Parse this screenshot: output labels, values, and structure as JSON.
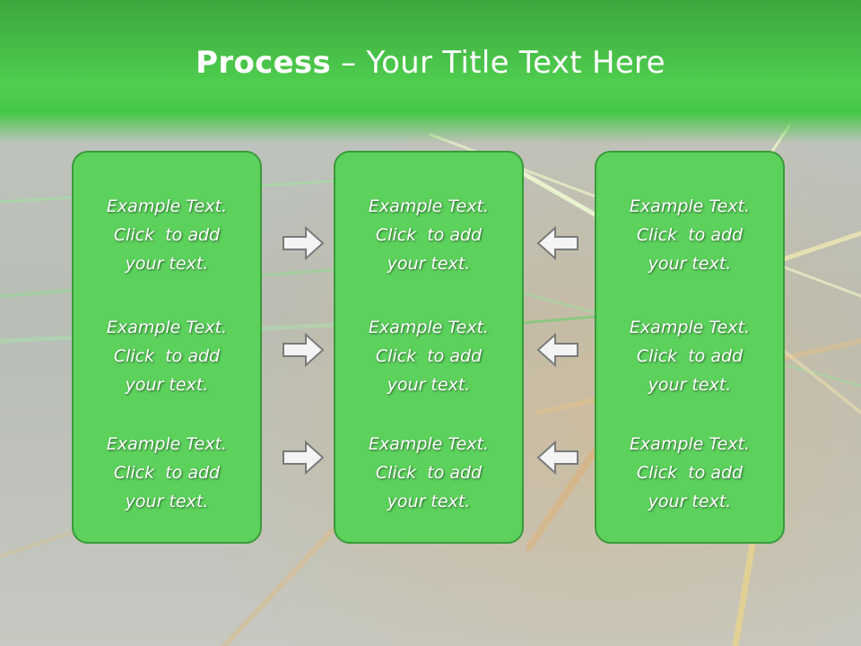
{
  "slide": {
    "title_bold": "Process",
    "title_rest": " – Your Title Text Here"
  },
  "columns": [
    {
      "blocks": [
        {
          "line1": "Example Text.",
          "line2": "Click  to add",
          "line3": "your text."
        },
        {
          "line1": "Example Text.",
          "line2": "Click  to add",
          "line3": "your text."
        },
        {
          "line1": "Example Text.",
          "line2": "Click  to add",
          "line3": "your text."
        }
      ]
    },
    {
      "blocks": [
        {
          "line1": "Example Text.",
          "line2": "Click  to add",
          "line3": "your text."
        },
        {
          "line1": "Example Text.",
          "line2": "Click  to add",
          "line3": "your text."
        },
        {
          "line1": "Example Text.",
          "line2": "Click  to add",
          "line3": "your text."
        }
      ]
    },
    {
      "blocks": [
        {
          "line1": "Example Text.",
          "line2": "Click  to add",
          "line3": "your text."
        },
        {
          "line1": "Example Text.",
          "line2": "Click  to add",
          "line3": "your text."
        },
        {
          "line1": "Example Text.",
          "line2": "Click  to add",
          "line3": "your text."
        }
      ]
    }
  ],
  "arrows": {
    "left_group": "right-arrow-icon",
    "right_group": "left-arrow-icon"
  },
  "colors": {
    "title_bar": "#4fcf4f",
    "card_fill": "#5cd15c",
    "card_border": "#3a9a3a",
    "text": "#ffffff"
  }
}
